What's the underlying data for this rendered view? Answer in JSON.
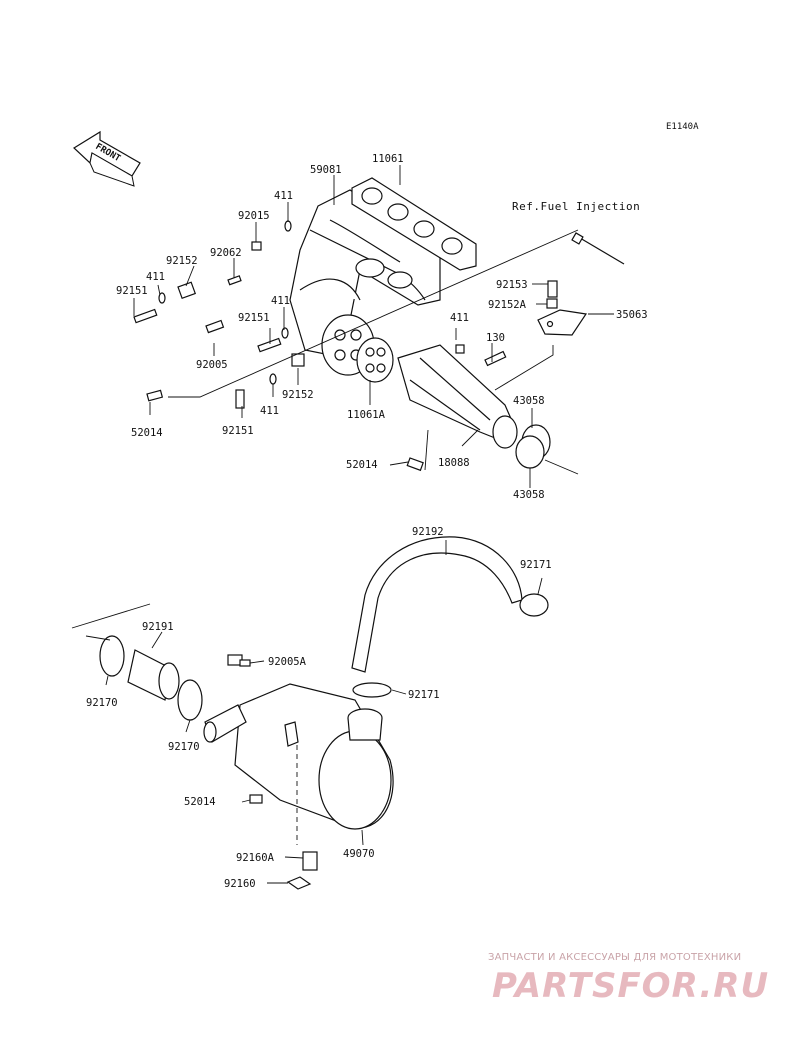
{
  "diagram_code": "E1140A",
  "front_label": "FRONT",
  "reference_note": "Ref.Fuel Injection",
  "parts": {
    "p11061": "11061",
    "p59081": "59081",
    "p411_a": "411",
    "p92015": "92015",
    "p92062": "92062",
    "p92152_a": "92152",
    "p411_b": "411",
    "p92151_a": "92151",
    "p92005": "92005",
    "p411_c": "411",
    "p92151_b": "92151",
    "p92152_b": "92152",
    "p411_d": "411",
    "p92151_c": "92151",
    "p52014_a": "52014",
    "p11061A": "11061A",
    "p92153": "92153",
    "p92152A": "92152A",
    "p35063": "35063",
    "p411_e": "411",
    "p130": "130",
    "p43058_a": "43058",
    "p43058_b": "43058",
    "p18088": "18088",
    "p52014_b": "52014",
    "p92192": "92192",
    "p92171_a": "92171",
    "p92191": "92191",
    "p92005A": "92005A",
    "p92171_b": "92171",
    "p92170_a": "92170",
    "p92170_b": "92170",
    "p52014_c": "52014",
    "p49070": "49070",
    "p92160A": "92160A",
    "p92160": "92160"
  },
  "watermark": {
    "tagline": "ЗАПЧАСТИ И АКСЕССУАРЫ ДЛЯ МОТОТЕХНИКИ",
    "brand": "PARTSFOR.RU"
  },
  "colors": {
    "ink": "#111111",
    "watermark": "#e7b9bf"
  }
}
